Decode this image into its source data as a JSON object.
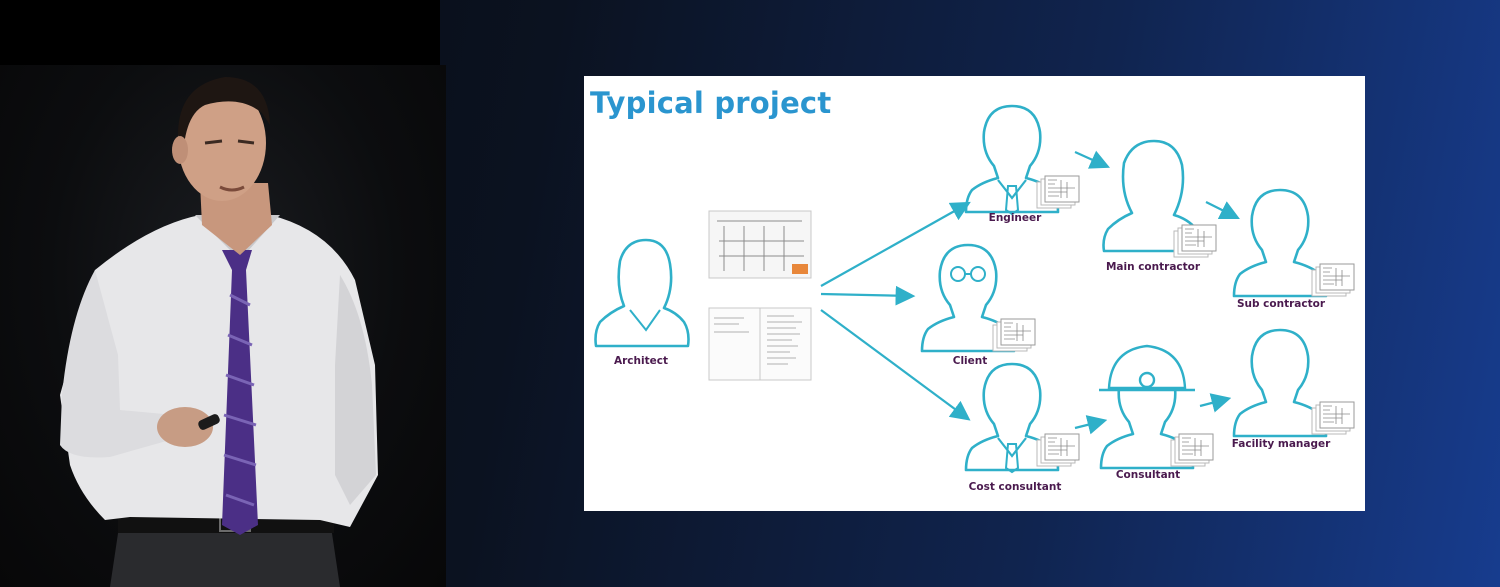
{
  "slide": {
    "title": "Typical project",
    "accent_color": "#2a95cf",
    "label_color": "#4a1a4e",
    "roles": {
      "architect": "Architect",
      "engineer": "Engineer",
      "client": "Client",
      "cost_consultant": "Cost consultant",
      "main_contractor": "Main contractor",
      "sub_contractor": "Sub contractor",
      "consultant": "Consultant",
      "facility_manager": "Facility manager"
    }
  },
  "icons": {
    "person": "person-outline-icon",
    "document": "document-stack-icon",
    "arrow": "arrow-right-icon"
  }
}
